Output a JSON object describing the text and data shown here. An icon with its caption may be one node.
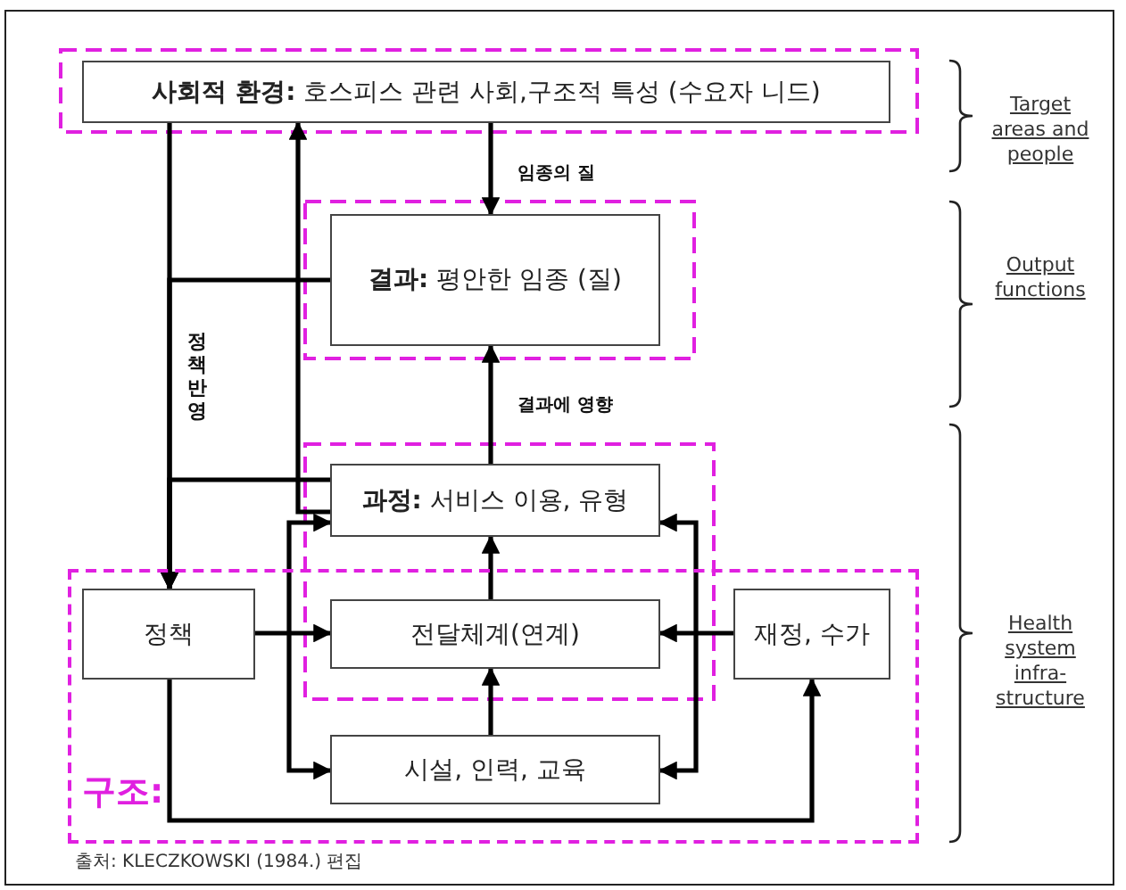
{
  "diagram": {
    "nodes": [
      {
        "text": [
          "**사회적 환경:** 호스피스 관련 사회,구조적 특성 (수요자 니드)"
        ]
      },
      {
        "text": [
          "**결과:** 평안한 임종 (질)"
        ]
      },
      {
        "text": [
          "**과정:** 서비스 이용, 유형"
        ]
      },
      {
        "text": [
          "구조:"
        ]
      },
      {
        "text": [
          "정책"
        ],
        "in": 3
      },
      {
        "text": [
          "전달체계(연계)"
        ],
        "in": 3
      },
      {
        "text": [
          "재정, 수가"
        ],
        "in": 3
      },
      {
        "text": [
          "시설, 인력, 교육"
        ],
        "in": 3
      }
    ],
    "edges": [
      {
        "from": 0,
        "to": 1,
        "arrow": "to",
        "label": "임종의 질"
      },
      {
        "from": 2,
        "to": 1,
        "arrow": "to",
        "label": "결과에 영향"
      },
      {
        "from": 0,
        "to": 4,
        "arrow": "to",
        "label": "정책 반영"
      },
      {
        "from": 1,
        "to": 4,
        "arrow": "to"
      },
      {
        "from": 2,
        "to": 4,
        "arrow": "to"
      },
      {
        "from": 2,
        "to": 0,
        "arrow": "to"
      },
      {
        "from": 2,
        "to": 7,
        "arrow": "both"
      },
      {
        "from": 4,
        "to": 5,
        "arrow": "to"
      },
      {
        "from": 6,
        "to": 5,
        "arrow": "to"
      },
      {
        "from": 5,
        "to": 2,
        "arrow": "to"
      },
      {
        "from": 7,
        "to": 5,
        "arrow": "to"
      },
      {
        "from": 2,
        "to": 7,
        "arrow": "both"
      },
      {
        "from": 4,
        "to": 6,
        "arrow": "to"
      }
    ],
    "labels": [
      "Target areas and people",
      "Output functions",
      "Health system infra-structure",
      "출처: KLECZKOWSKI (1984.) 편집"
    ]
  }
}
